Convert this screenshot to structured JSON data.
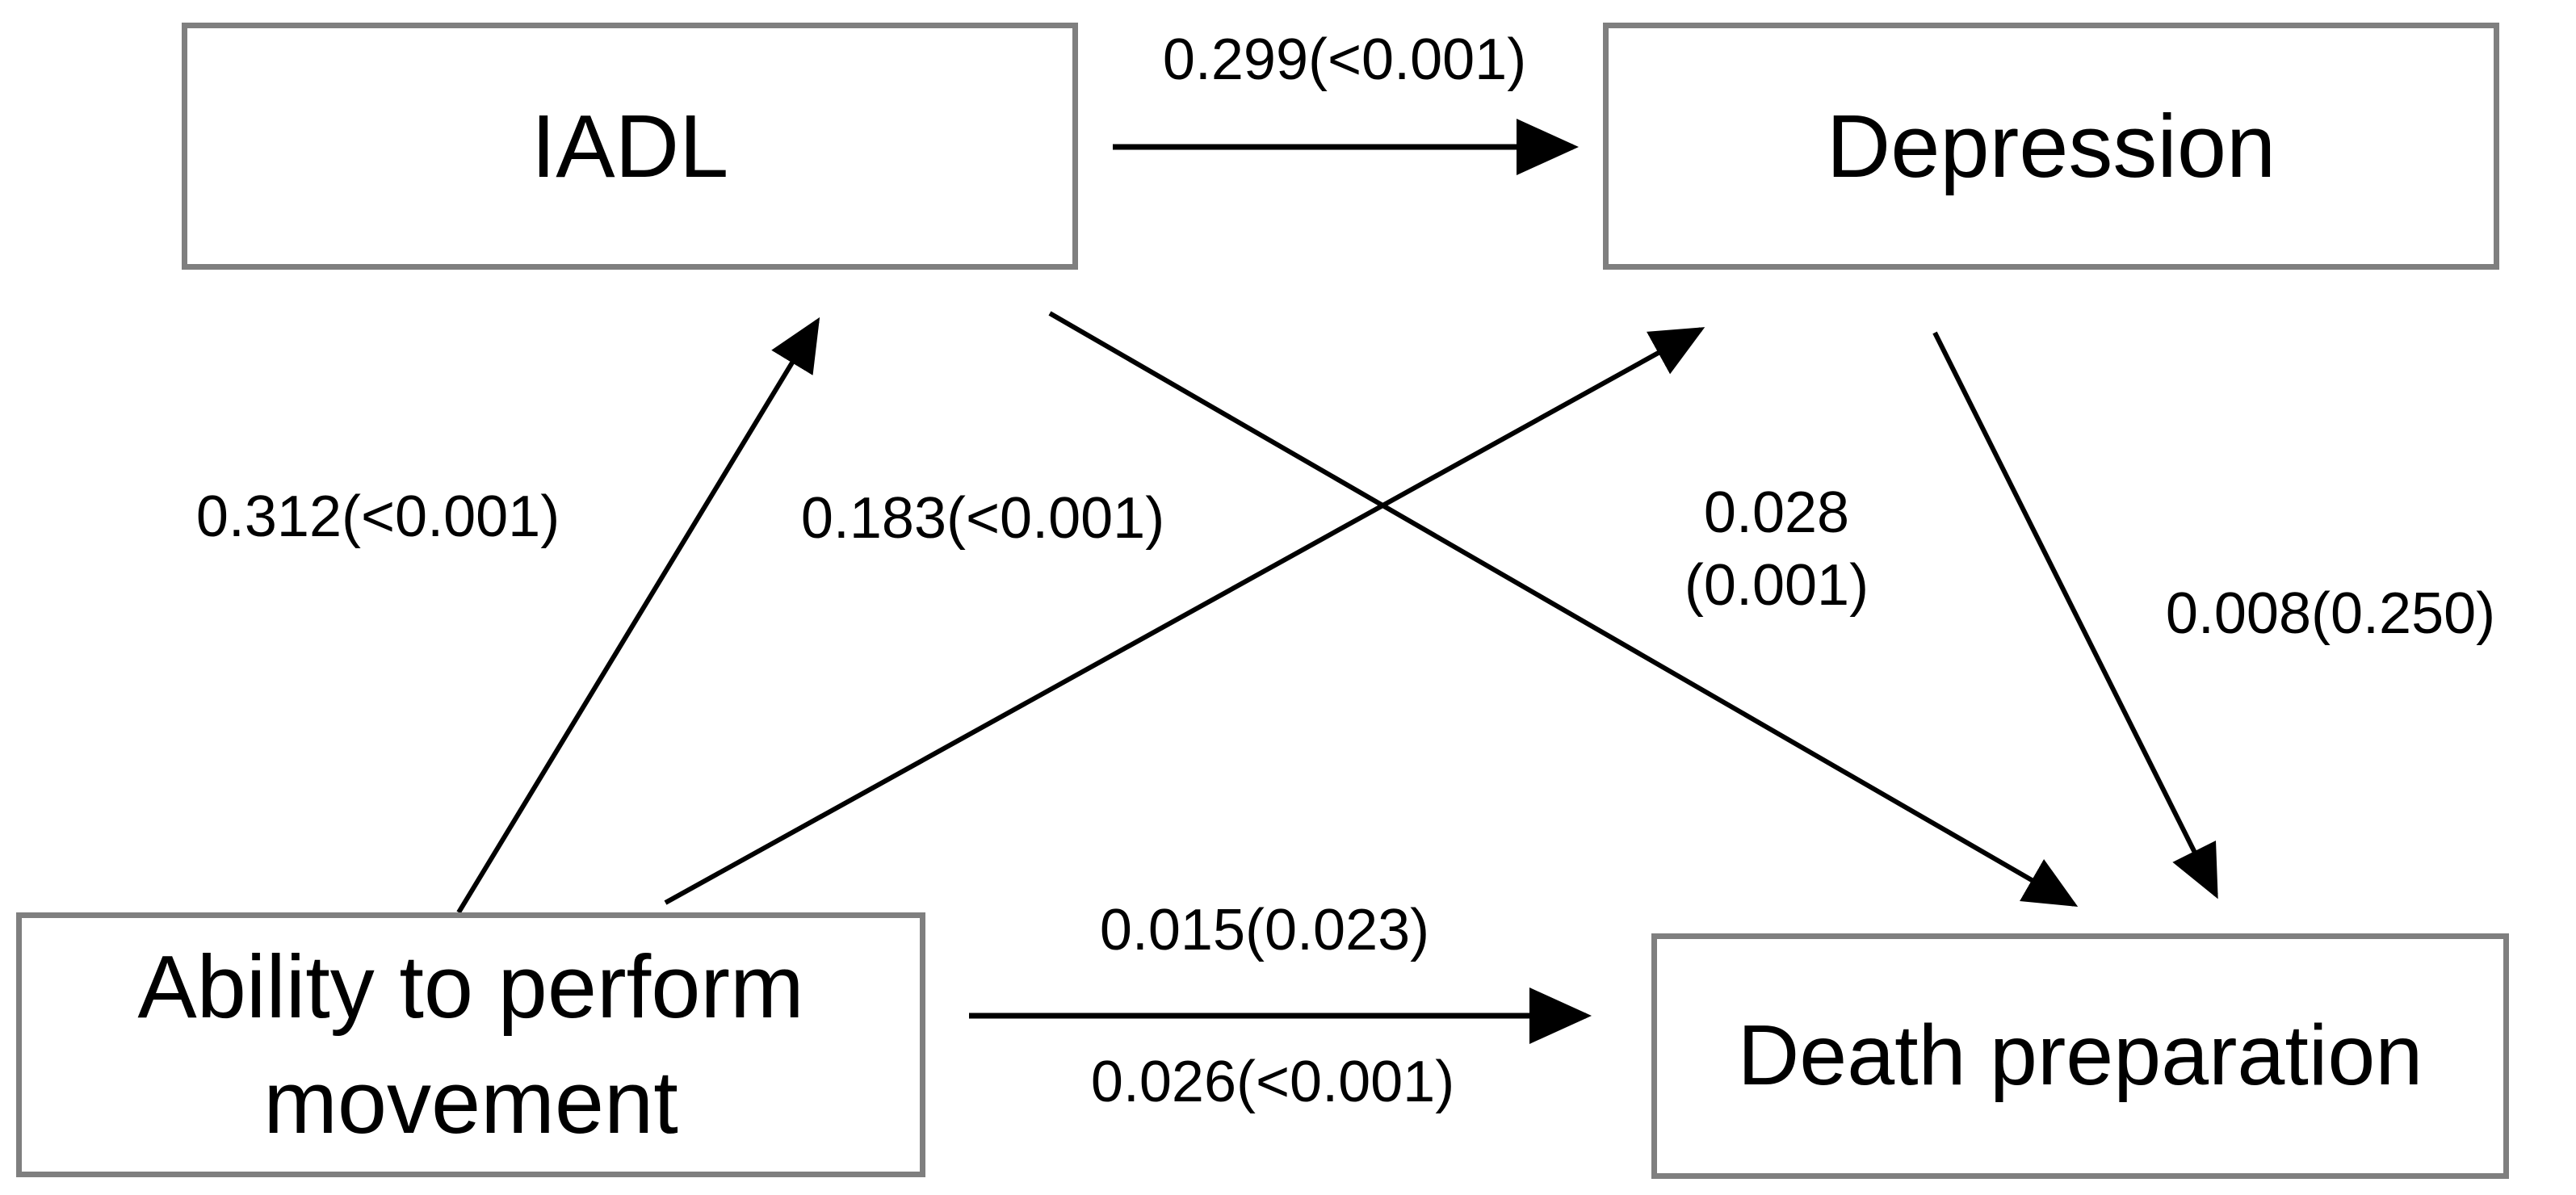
{
  "diagram": {
    "type": "path-analysis-diagram",
    "background": "#ffffff",
    "colors": {
      "box_border": "#7f7f7f",
      "arrow": "#000000",
      "text": "#000000"
    },
    "nodes": {
      "iadl": {
        "label": "IADL"
      },
      "depression": {
        "label": "Depression"
      },
      "ability": {
        "label": "Ability to perform movement"
      },
      "death": {
        "label": "Death preparation"
      }
    },
    "edges": {
      "iadl_to_depression": {
        "from": "IADL",
        "to": "Depression",
        "label": "0.299(<0.001)",
        "coefficient": "0.299",
        "p_value": "<0.001"
      },
      "ability_to_iadl": {
        "from": "Ability to perform movement",
        "to": "IADL",
        "label": "0.312(<0.001)",
        "coefficient": "0.312",
        "p_value": "<0.001"
      },
      "ability_to_depression": {
        "from": "Ability to perform movement",
        "to": "Depression",
        "label": "0.183(<0.001)",
        "coefficient": "0.183",
        "p_value": "<0.001"
      },
      "iadl_to_death": {
        "from": "IADL",
        "to": "Death preparation",
        "label_value": "0.028",
        "label_p": "(0.001)",
        "coefficient": "0.028",
        "p_value": "0.001"
      },
      "depression_to_death": {
        "from": "Depression",
        "to": "Death preparation",
        "label": "0.008(0.250)",
        "coefficient": "0.008",
        "p_value": "0.250"
      },
      "ability_to_death": {
        "from": "Ability to perform movement",
        "to": "Death preparation",
        "direct_label": "0.015(0.023)",
        "direct_coefficient": "0.015",
        "direct_p_value": "0.023",
        "total_label": "0.026(<0.001)",
        "total_coefficient": "0.026",
        "total_p_value": "<0.001"
      }
    }
  }
}
